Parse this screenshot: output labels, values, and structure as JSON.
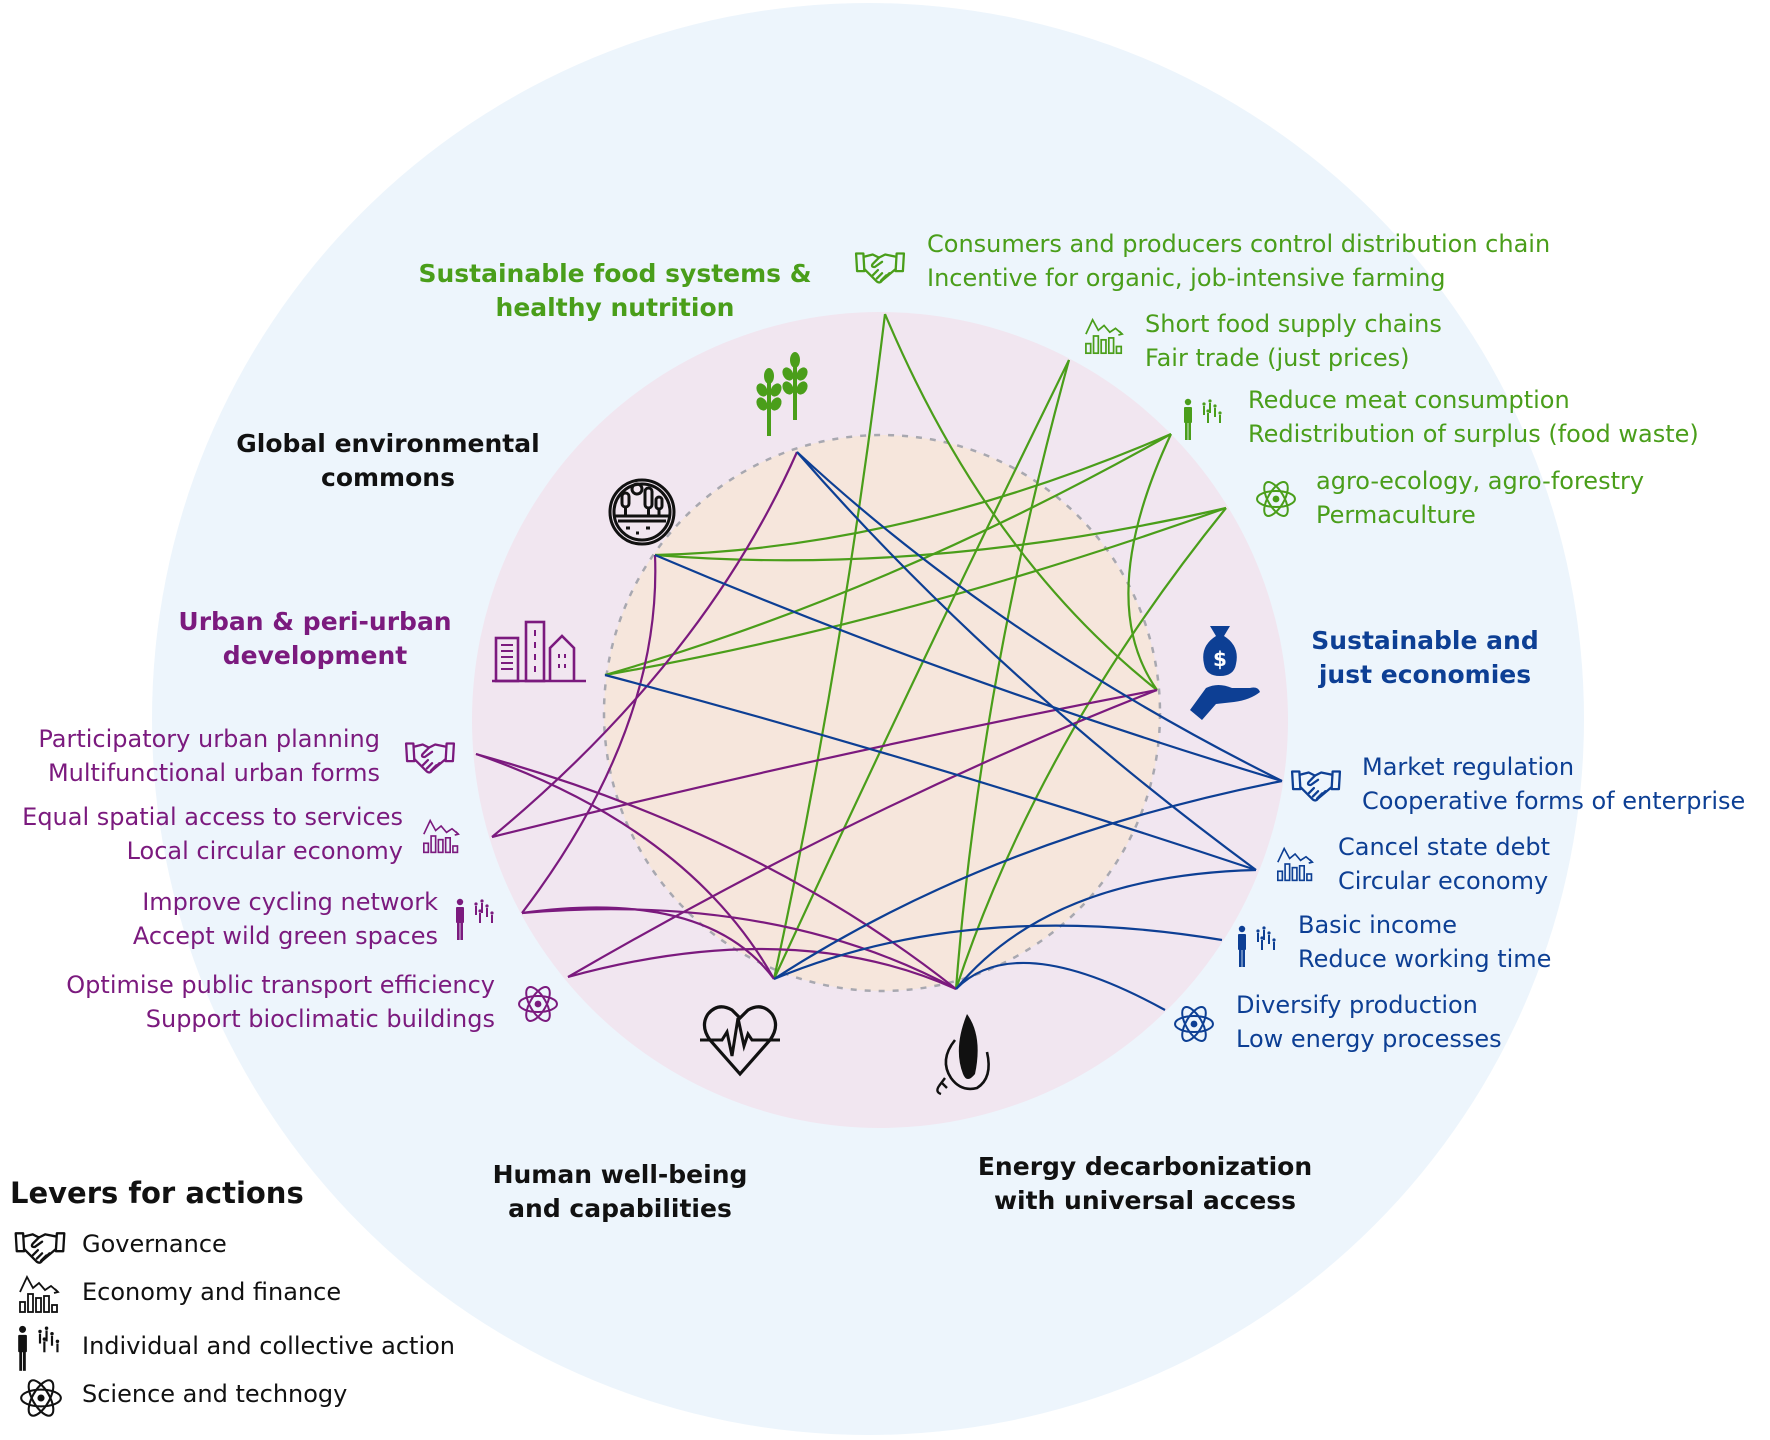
{
  "dimensions": {
    "food": {
      "label_lines": [
        "Sustainable food systems &",
        "healthy nutrition"
      ],
      "color": "#4a9e1a",
      "icon": "wheat-icon"
    },
    "commons": {
      "label_lines": [
        "Global environmental",
        "commons"
      ],
      "color": "#111111",
      "icon": "landscape-icon"
    },
    "urban": {
      "label_lines": [
        "Urban & peri-urban",
        "development"
      ],
      "color": "#7b1a7e",
      "icon": "city-buildings-icon"
    },
    "economies": {
      "label_lines": [
        "Sustainable and",
        "just economies"
      ],
      "color": "#0d3f94",
      "icon": "money-bag-hand-icon"
    },
    "wellbeing": {
      "label_lines": [
        "Human well-being",
        "and capabilities"
      ],
      "color": "#111111",
      "icon": "heart-pulse-icon"
    },
    "energy": {
      "label_lines": [
        "Energy decarbonization",
        "with universal access"
      ],
      "color": "#111111",
      "icon": "leaf-plug-icon"
    }
  },
  "levers": {
    "food": [
      {
        "type": "governance",
        "lines": [
          "Consumers and producers control distribution chain",
          "Incentive for organic, job-intensive farming"
        ]
      },
      {
        "type": "economy",
        "lines": [
          "Short food supply chains",
          "Fair trade (just prices)"
        ]
      },
      {
        "type": "action",
        "lines": [
          "Reduce meat consumption",
          "Redistribution of surplus (food waste)"
        ]
      },
      {
        "type": "science",
        "lines": [
          "agro-ecology, agro-forestry",
          "Permaculture"
        ]
      }
    ],
    "urban": [
      {
        "type": "governance",
        "lines": [
          "Participatory urban planning",
          "Multifunctional urban forms"
        ]
      },
      {
        "type": "economy",
        "lines": [
          "Equal spatial access to services",
          "Local circular economy"
        ]
      },
      {
        "type": "action",
        "lines": [
          "Improve cycling network",
          "Accept wild green spaces"
        ]
      },
      {
        "type": "science",
        "lines": [
          "Optimise public transport efficiency",
          "Support bioclimatic buildings"
        ]
      }
    ],
    "economies": [
      {
        "type": "governance",
        "lines": [
          "Market regulation",
          "Cooperative forms of enterprise"
        ]
      },
      {
        "type": "economy",
        "lines": [
          "Cancel state debt",
          "Circular economy"
        ]
      },
      {
        "type": "action",
        "lines": [
          "Basic income",
          "Reduce working time"
        ]
      },
      {
        "type": "science",
        "lines": [
          "Diversify production",
          "Low energy processes"
        ]
      }
    ]
  },
  "legend": {
    "title": "Levers for actions",
    "items": [
      {
        "type": "governance",
        "label": "Governance",
        "icon": "handshake-icon"
      },
      {
        "type": "economy",
        "label": "Economy and finance",
        "icon": "chart-bars-icon"
      },
      {
        "type": "action",
        "label": "Individual and collective action",
        "icon": "people-icon"
      },
      {
        "type": "science",
        "label": "Science and technogy",
        "icon": "atom-icon"
      }
    ]
  },
  "colors": {
    "outer_ring": "#edf5fc",
    "middle_ring": "#f1e6f0",
    "inner_disc": "#f6e6dc",
    "dashed": "#a8a8b0",
    "green": "#4a9e1a",
    "purple": "#7b1a7e",
    "blue": "#0d3f94",
    "black": "#111111"
  },
  "links": {
    "green": {
      "from_levers": [
        "food.governance",
        "food.economy",
        "food.action",
        "food.science"
      ],
      "to_dimensions": [
        [
          "wellbeing",
          "economies"
        ],
        [
          "wellbeing",
          "energy"
        ],
        [
          "commons",
          "urban",
          "economies"
        ],
        [
          "commons",
          "urban",
          "energy"
        ]
      ]
    },
    "purple": {
      "from_levers": [
        "urban.governance",
        "urban.economy",
        "urban.action",
        "urban.science"
      ],
      "to_dimensions": [
        [
          "wellbeing",
          "energy"
        ],
        [
          "economies",
          "food"
        ],
        [
          "commons",
          "wellbeing",
          "energy"
        ],
        [
          "economies",
          "energy"
        ]
      ]
    },
    "blue": {
      "from_levers": [
        "economies.governance",
        "economies.economy",
        "economies.action",
        "economies.science"
      ],
      "to_dimensions": [
        [
          "food",
          "commons",
          "wellbeing"
        ],
        [
          "food",
          "urban",
          "energy"
        ],
        [
          "wellbeing"
        ],
        [
          "energy"
        ]
      ]
    }
  }
}
